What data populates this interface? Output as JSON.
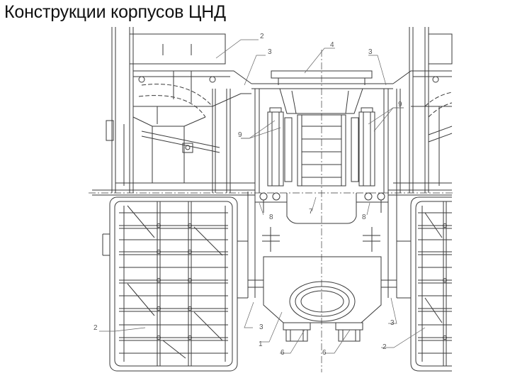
{
  "slide": {
    "title": "Конструкции корпусов ЦНД"
  },
  "drawing": {
    "line_color": "#3a3a3a",
    "callouts": {
      "c2_top": "2",
      "c4_top": "4",
      "c3_top_left": "3",
      "c3_top_right": "3",
      "c9_left": "9",
      "c9_right": "9",
      "c8_left": "8",
      "c8_right": "8",
      "c7": "7",
      "c2_bottom_left": "2",
      "c3_bottom_left": "3",
      "c1": "1",
      "c6_left": "6",
      "c6_right": "6",
      "c3_bottom_right": "3",
      "c2_bottom_right": "2"
    }
  }
}
